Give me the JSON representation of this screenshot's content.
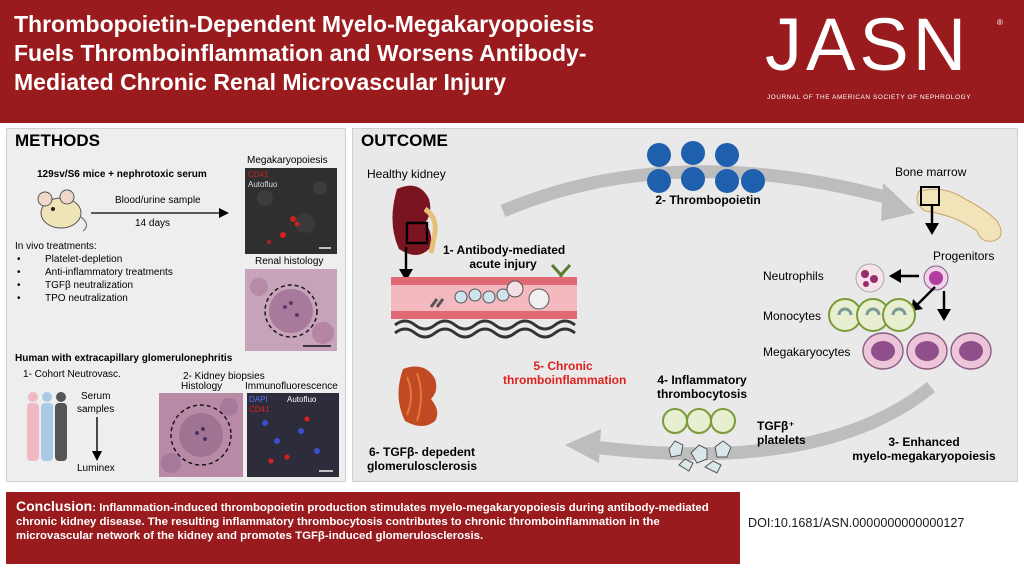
{
  "header": {
    "title_lines": [
      "Thrombopoietin-Dependent Myelo-Megakaryopoiesis",
      "Fuels Thromboinflammation and Worsens Antibody-",
      "Mediated Chronic Renal Microvascular Injury"
    ],
    "logo_text": "JASN",
    "logo_registered": "®",
    "logo_subtitle": "JOURNAL OF THE AMERICAN SOCIETY OF NEPHROLOGY"
  },
  "methods": {
    "heading": "METHODS",
    "mice_label": "129sv/S6 mice + nephrotoxic serum",
    "sample_label": "Blood/urine sample",
    "days_label": "14 days",
    "megakaryopoiesis_label": "Megakaryopoiesis",
    "micro1_stain": "CD41",
    "micro1_autofluo": "Autofluo",
    "renal_histology_label": "Renal histology",
    "treatments_heading": "In vivo treatments:",
    "treatments": [
      "Platelet-depletion",
      "Anti-inflammatory treatments",
      "TGFβ neutralization",
      "TPO neutralization"
    ],
    "human_heading": "Human with extracapillary glomerulonephritis",
    "cohort_label": "1- Cohort Neutrovasc.",
    "serum_label_1": "Serum",
    "serum_label_2": "samples",
    "luminex_label": "Luminex",
    "biopsies_label": "2- Kidney biopsies",
    "histology_label": "Histology",
    "immuno_label": "Immunofluorescence",
    "micro2_stain_1": "DAPI",
    "micro2_stain_2": "CD41",
    "micro2_autofluo": "Autofluo"
  },
  "outcome": {
    "heading": "OUTCOME",
    "healthy_kidney": "Healthy kidney",
    "injury_1": "1- Antibody-mediated",
    "injury_2": "acute injury",
    "thrombopoietin": "2- Thrombopoietin",
    "bone_marrow": "Bone marrow",
    "progenitors": "Progenitors",
    "neutrophils": "Neutrophils",
    "monocytes": "Monocytes",
    "megakaryocytes": "Megakaryocytes",
    "chronic_1": "5- Chronic",
    "chronic_2": "thromboinflammation",
    "thrombocytosis_1": "4- Inflammatory",
    "thrombocytosis_2": "thrombocytosis",
    "tgf_platelets_1": "TGFβ⁺",
    "tgf_platelets_2": "platelets",
    "enhanced_1": "3- Enhanced",
    "enhanced_2": "myelo-megakaryopoiesis",
    "glomerulo_1": "6- TGFβ- depedent",
    "glomerulo_2": "glomerulosclerosis"
  },
  "footer": {
    "conclusion_heading": "Conclusion",
    "conclusion_text": ": Inflammation-induced thrombopoietin production stimulates myelo-megakaryopoiesis during antibody-mediated chronic kidney disease. The resulting inflammatory thrombocytosis contributes to chronic thromboinflammation in the microvascular network of the kidney and promotes TGFβ-induced glomerulosclerosis.",
    "doi": "DOI:10.1681/ASN.0000000000000127"
  },
  "colors": {
    "brand_red": "#9a1b1e",
    "highlight_red": "#e0201e",
    "tpo_blue": "#1e5fae",
    "panel_grey": "#eeeeee"
  }
}
